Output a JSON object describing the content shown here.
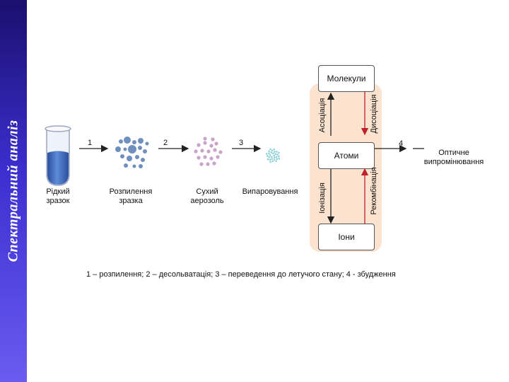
{
  "sidebar": {
    "title": "Спектральний аналіз"
  },
  "diagram": {
    "steps": [
      "1",
      "2",
      "3",
      "4"
    ],
    "labels": {
      "liquid": "Рідкий\nзразок",
      "spray": "Розпилення\nзразка",
      "aerosol": "Сухий\nаерозоль",
      "evap": "Випаровування",
      "emission": "Оптичне\nвипромінювання"
    },
    "boxes": {
      "molecules": "Молекули",
      "atoms": "Атоми",
      "ions": "Іони"
    },
    "arrows": {
      "association": "Асоціація",
      "dissociation": "Дисоціація",
      "ionization": "Іонізація",
      "recombination": "Рекомбінація"
    },
    "legend": "1 – розпилення; 2 – десольватація; 3 – переведення до летучого стану; 4 - збудження"
  },
  "colors": {
    "panel": "#fbe3cf",
    "liquid": "#3a63b8",
    "droplet": "#6f8fbf",
    "aerosol": "#c9a3c9",
    "vapor": "#8fd0d8",
    "down_arrow": "#c0202a"
  }
}
